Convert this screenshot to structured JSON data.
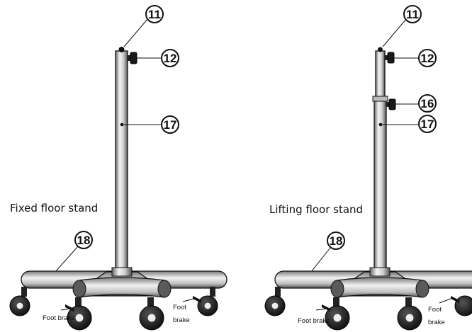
{
  "left_stand": {
    "caption": "Fixed floor stand",
    "callouts": {
      "top": "11",
      "knob": "12",
      "pole": "17",
      "base": "18"
    },
    "foot_brake_left": "Foot brake",
    "foot_brake_right": {
      "line1": "Foot",
      "line2": "brake"
    }
  },
  "right_stand": {
    "caption": "Lifting floor stand",
    "callouts": {
      "top": "11",
      "knob": "12",
      "collar_knob": "16",
      "pole": "17",
      "base": "18"
    },
    "foot_brake_left": "Foot brake",
    "foot_brake_right": {
      "line1": "Foot",
      "line2": "brake"
    }
  },
  "colors": {
    "line": "#111111",
    "metal_light": "#eeeeee",
    "metal_dark": "#555555",
    "wheel": "#1a1a1a"
  }
}
